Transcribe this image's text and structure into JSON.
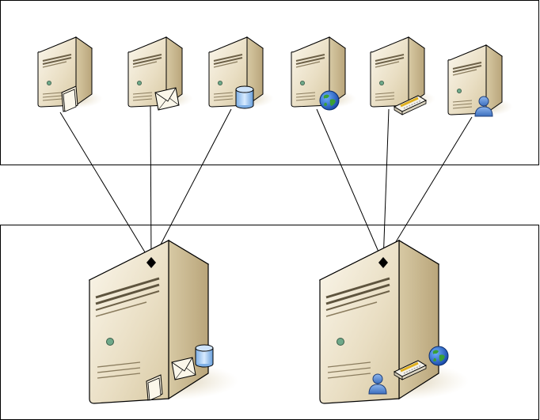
{
  "diagram": {
    "top_group": {
      "servers": [
        {
          "id": "file-server",
          "icon": "folder-icon"
        },
        {
          "id": "mail-server",
          "icon": "envelope-icon"
        },
        {
          "id": "database-server",
          "icon": "database-icon"
        },
        {
          "id": "web-server",
          "icon": "globe-icon"
        },
        {
          "id": "network-server",
          "icon": "network-card-icon"
        },
        {
          "id": "directory-server",
          "icon": "user-icon"
        }
      ]
    },
    "bottom_group": {
      "servers": [
        {
          "id": "consolidated-server-1",
          "icons": [
            "database-icon",
            "envelope-icon",
            "folder-icon"
          ]
        },
        {
          "id": "consolidated-server-2",
          "icons": [
            "globe-icon",
            "network-card-icon",
            "user-icon"
          ]
        }
      ]
    },
    "connections": [
      {
        "from": "file-server",
        "to": "consolidated-server-1"
      },
      {
        "from": "mail-server",
        "to": "consolidated-server-1"
      },
      {
        "from": "database-server",
        "to": "consolidated-server-1"
      },
      {
        "from": "web-server",
        "to": "consolidated-server-2"
      },
      {
        "from": "network-server",
        "to": "consolidated-server-2"
      },
      {
        "from": "directory-server",
        "to": "consolidated-server-2"
      }
    ],
    "colors": {
      "server_front": "#efe6cf",
      "server_side": "#c8b890",
      "server_top": "#f7f1e2",
      "outline": "#000000",
      "globe": "#2a6bd0",
      "land": "#3aa035",
      "database": "#9cc4ee",
      "user": "#5d8fd6"
    }
  }
}
